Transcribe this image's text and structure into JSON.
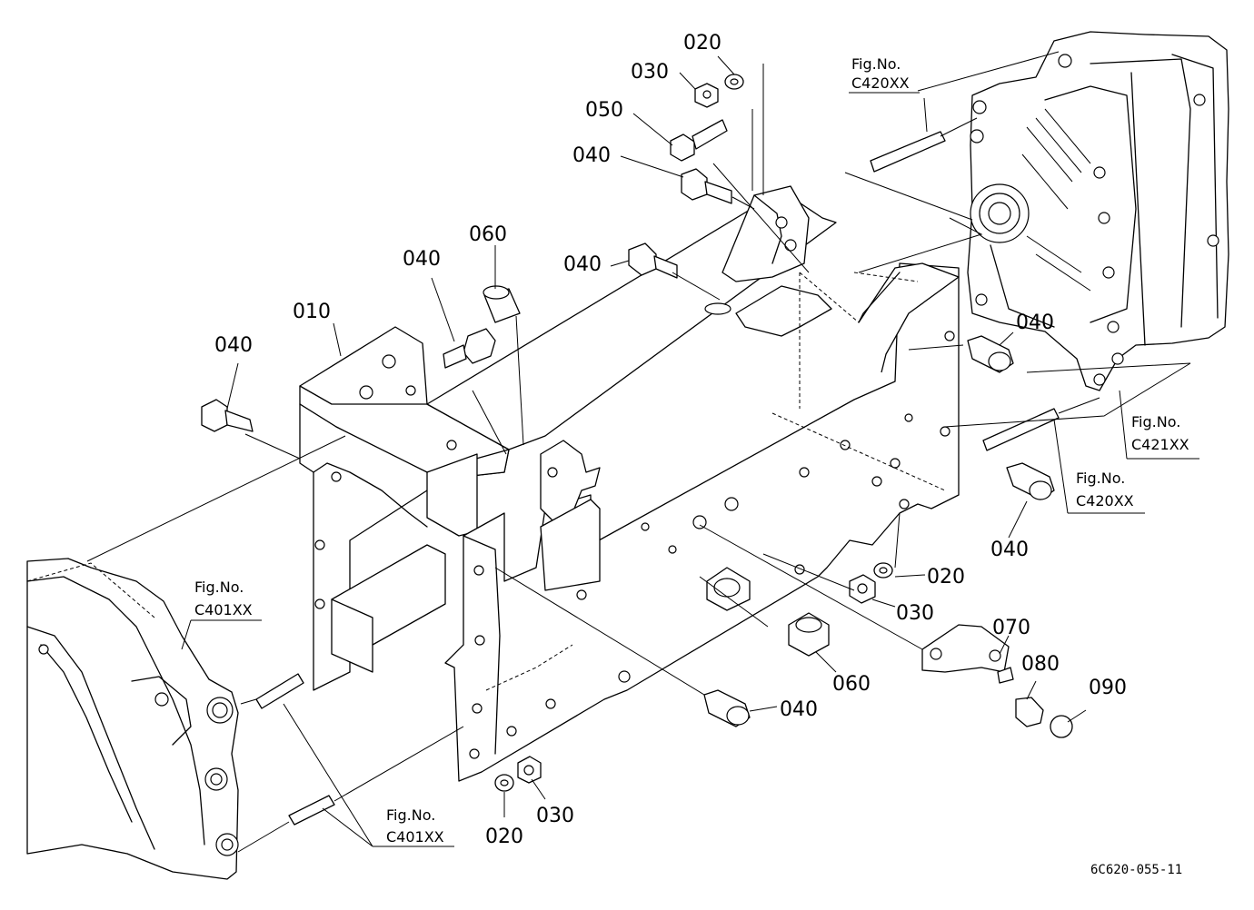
{
  "part_labels": {
    "p010": "010",
    "p020_top": "020",
    "p030_top": "030",
    "p050": "050",
    "p040_top": "040",
    "p040_mid": "040",
    "p060_top": "060",
    "p040_left2": "040",
    "p040_left": "040",
    "p040_right": "040",
    "p040_right2": "040",
    "p020_right": "020",
    "p030_right": "030",
    "p070": "070",
    "p080": "080",
    "p090": "090",
    "p060_bottom": "060",
    "p040_bottom": "040",
    "p020_bottom": "020",
    "p030_bottom": "030"
  },
  "figure_refs": {
    "c420_top_line1": "Fig.No.",
    "c420_top_line2": "C420XX",
    "c421_line1": "Fig.No.",
    "c421_line2": "C421XX",
    "c420_right_line1": "Fig.No.",
    "c420_right_line2": "C420XX",
    "c401_left_line1": "Fig.No.",
    "c401_left_line2": "C401XX",
    "c401_bottom_line1": "Fig.No.",
    "c401_bottom_line2": "C401XX"
  },
  "drawing_code": "6C620-055-11"
}
